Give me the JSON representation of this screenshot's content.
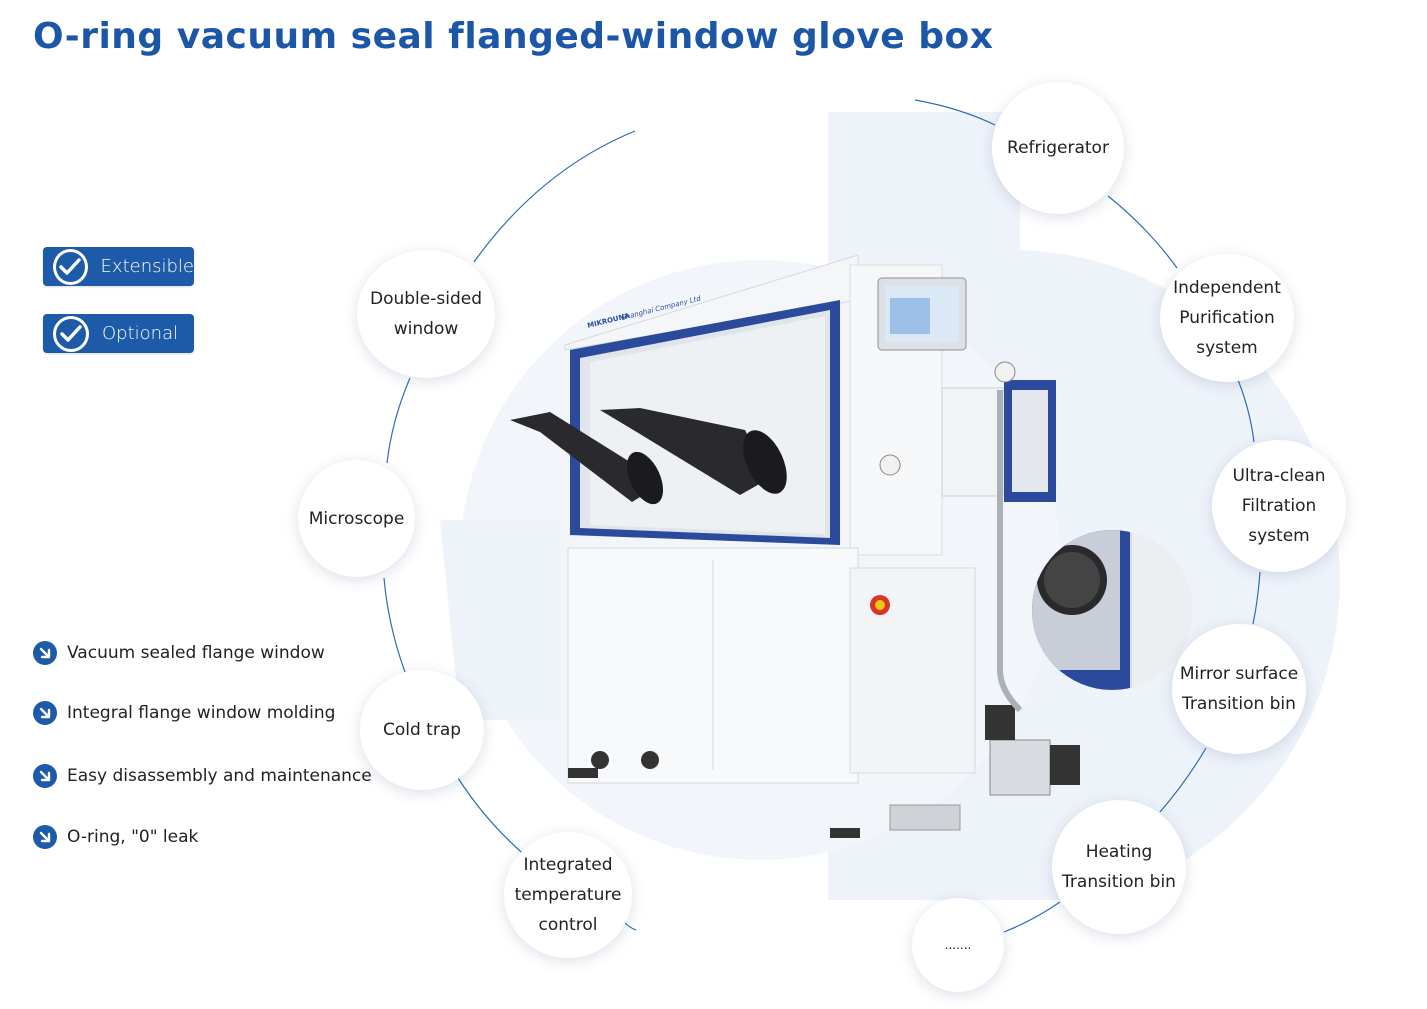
{
  "title": "O-ring vacuum seal flanged-window glove box",
  "badges": [
    {
      "label": "Extensible"
    },
    {
      "label": "Optional"
    }
  ],
  "features": [
    {
      "label": "Vacuum sealed flange window"
    },
    {
      "label": "Integral flange window molding"
    },
    {
      "label": "Easy disassembly and maintenance"
    },
    {
      "label": "O-ring, \"0\" leak"
    }
  ],
  "callouts": {
    "double_sided_window": "Double-sided\nwindow",
    "microscope": "Microscope",
    "cold_trap": "Cold trap",
    "integrated_temperature_control": "Integrated\ntemperature\ncontrol",
    "more": ".......",
    "heating_transition_bin": "Heating\nTransition bin",
    "mirror_surface_transition_bin": "Mirror surface\nTransition bin",
    "ultra_clean_filtration": "Ultra-clean\nFiltration\nsystem",
    "independent_purification": "Independent\nPurification\nsystem",
    "refrigerator": "Refrigerator"
  },
  "machine": {
    "brand": "MIKROUNA",
    "brand_sub": "Shanghai Company Ltd"
  },
  "colors": {
    "accent": "#1d5aa8",
    "title": "#1b57a6",
    "frame_blue": "#2b4a9c",
    "arc_line": "#2f6cb5",
    "bg_panel": "#eef3fa"
  },
  "icons": {
    "badge": "check-circle-icon",
    "feature": "arrow-down-right-circle-icon"
  }
}
